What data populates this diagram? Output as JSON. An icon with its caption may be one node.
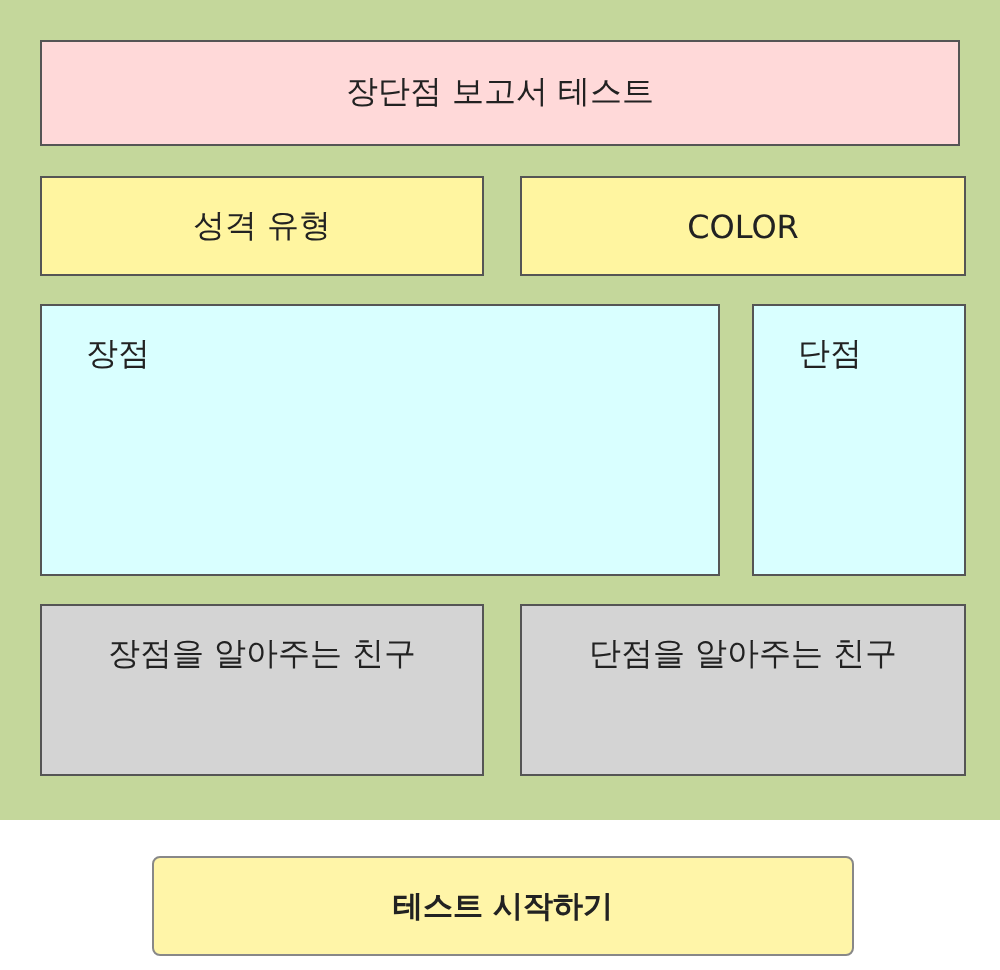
{
  "diagram": {
    "nodes": [
      {
        "text": [
          "장단점 보고서 테스트"
        ]
      },
      {
        "text": [
          "성격 유형"
        ]
      },
      {
        "text": [
          "COLOR"
        ]
      },
      {
        "text": [
          "장점"
        ]
      },
      {
        "text": [
          "단점"
        ]
      },
      {
        "text": [
          "장점을 알아주는 친구"
        ]
      },
      {
        "text": [
          "단점을 알아주는 친구"
        ]
      },
      {
        "text": [
          "테스트 시작하기"
        ]
      }
    ],
    "edges": []
  }
}
